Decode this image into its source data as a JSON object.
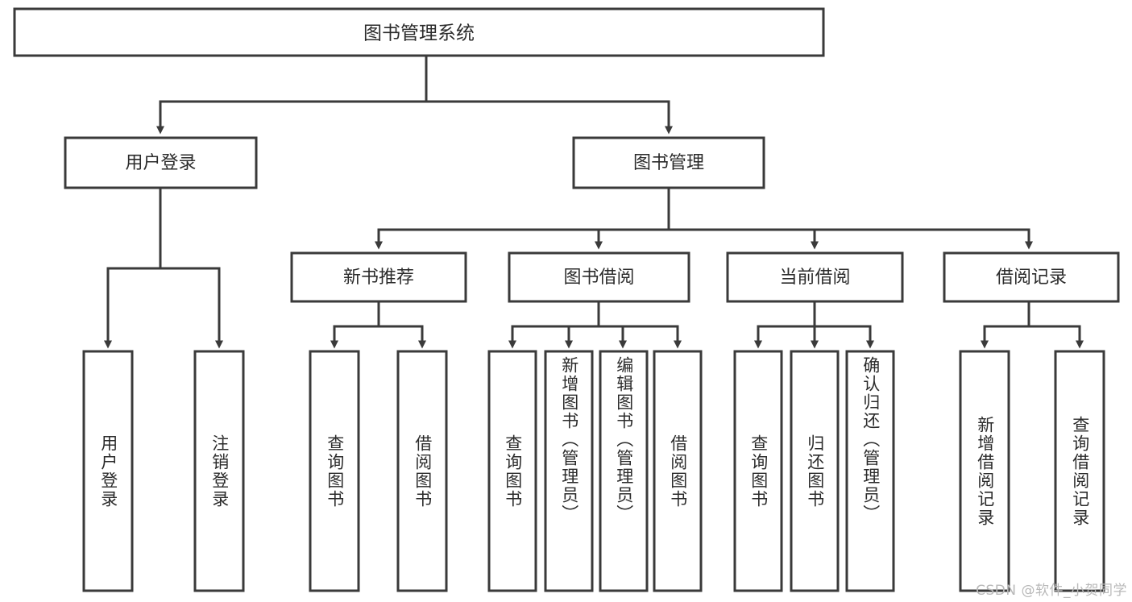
{
  "diagram": {
    "type": "tree",
    "title": "图书管理系统",
    "watermark": "CSDN @软件_小贺同学",
    "colors": {
      "stroke": "#3a3a3a",
      "fill": "#ffffff",
      "text": "#2b2b2b",
      "watermark": "#b9b9b9"
    },
    "root": {
      "label": "图书管理系统"
    },
    "level2": [
      {
        "label": "用户登录"
      },
      {
        "label": "图书管理"
      }
    ],
    "level3": [
      {
        "label": "新书推荐"
      },
      {
        "label": "图书借阅"
      },
      {
        "label": "当前借阅"
      },
      {
        "label": "借阅记录"
      }
    ],
    "leaves": {
      "user_login": [
        {
          "label": "用户登录"
        },
        {
          "label": "注销登录"
        }
      ],
      "new_book_recommend": [
        {
          "label": "查询图书"
        },
        {
          "label": "借阅图书"
        }
      ],
      "book_borrow": [
        {
          "label": "查询图书"
        },
        {
          "label": "新增图书（管理员）"
        },
        {
          "label": "编辑图书（管理员）"
        },
        {
          "label": "借阅图书"
        }
      ],
      "current_borrow": [
        {
          "label": "查询图书"
        },
        {
          "label": "归还图书"
        },
        {
          "label": "确认归还（管理员）"
        }
      ],
      "borrow_record": [
        {
          "label": "新增借阅记录"
        },
        {
          "label": "查询借阅记录"
        }
      ]
    }
  }
}
